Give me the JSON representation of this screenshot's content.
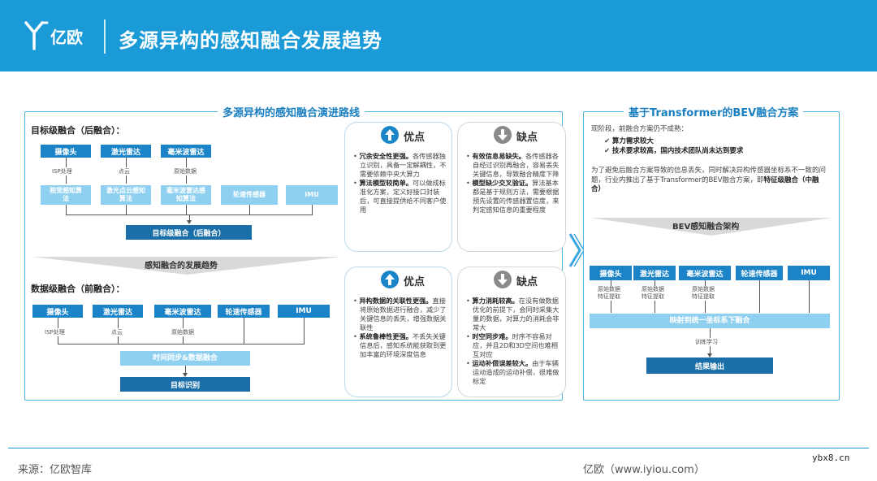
{
  "header": {
    "logo_text": "亿欧",
    "title": "多源异构的感知融合发展趋势"
  },
  "left_section": {
    "title": "多源异构的感知融合演进路线",
    "target_level": {
      "subtitle": "目标级融合（后融合）：",
      "sensors": [
        "摄像头",
        "激光雷达",
        "毫米波雷达"
      ],
      "process_labels": [
        "ISP处理",
        "点云",
        "原始数据"
      ],
      "algo_nodes": [
        "视觉感知算法",
        "激光点云感知算法",
        "毫米波雷达感知算法",
        "轮速传感器",
        "IMU"
      ],
      "output": "目标级融合（后融合）"
    },
    "trend_label": "感知融合的发展趋势",
    "data_level": {
      "subtitle": "数据级融合（前融合）：",
      "sensors": [
        "摄像头",
        "激光雷达",
        "毫米波雷达",
        "轮速传感器",
        "IMU"
      ],
      "process_labels": [
        "ISP处理",
        "点云",
        "原始数据"
      ],
      "sync": "时间同步&数据融合",
      "output": "目标识别"
    }
  },
  "cards": {
    "top_pro": {
      "head": "优点",
      "items": [
        {
          "bold": "冗余安全性更强。",
          "text": "各传感器独立识别，具备一定解耦性，不需要依赖中央大算力"
        },
        {
          "bold": "算法模型较简单。",
          "text": "可以做成标准化方案，定义好接口封装后，可直接提供给不同客户使用"
        }
      ]
    },
    "top_con": {
      "head": "缺点",
      "items": [
        {
          "bold": "有效信息易缺失。",
          "text": "各传感器各自经过识别再融合，容易丢失关键信息，导致融合精度下降"
        },
        {
          "bold": "模型缺少交叉验证。",
          "text": "算法基本都是基于规则方法，需要根据预先设置的传感器置信度，来判定感知信息的重要程度"
        }
      ]
    },
    "bottom_pro": {
      "head": "优点",
      "items": [
        {
          "bold": "异构数据的关联性更强。",
          "text": "直接将原始数据进行融合，减少了关键信息的丢失，增强数据关联性"
        },
        {
          "bold": "系统鲁棒性更强。",
          "text": "不丢失关键信息后，感知系统能获取到更加丰富的环境深度信息"
        }
      ]
    },
    "bottom_con": {
      "head": "缺点",
      "items": [
        {
          "bold": "算力消耗较高。",
          "text": "在没有做数据优化的前提下，会同时采集大量的数据，对算力的消耗会非常大"
        },
        {
          "bold": "时空同步难。",
          "text": "时序不容易对应，并且2D和3D空间也难相互对应"
        },
        {
          "bold": "运动补偿误差较大。",
          "text": "由于车辆运动造成的运动补偿，很难做标定"
        }
      ]
    }
  },
  "right_section": {
    "title": "基于Transformer的BEV融合方案",
    "intro": "现阶段，前融合方案仍不成熟：",
    "checks": [
      "算力需求较大",
      "技术要求较高，国内技术团队尚未达到要求"
    ],
    "desc_plain": "为了避免后融合方案导致的信息丢失，同时解决异构传感器坐标系不一致的问题，行业内推出了基于Transformer的BEV融合方案，即",
    "desc_bold": "特征级融合（中融合）",
    "arch_title": "BEV感知融合架构",
    "sensors": [
      "摄像头",
      "激光雷达",
      "毫米波雷达",
      "轮速传感器",
      "IMU"
    ],
    "feature_labels": [
      [
        "原始数据",
        "特征提取"
      ],
      [
        "原始数据",
        "特征提取"
      ],
      [
        "原始数据",
        "特征提取"
      ]
    ],
    "bev_node": "映射到统一坐标系下融合",
    "train_label": "训练学习",
    "output": "结果输出"
  },
  "footer": {
    "source": "来源：亿欧智库",
    "site": "亿欧（www.iyiou.com）",
    "watermark": "ybx8.cn"
  },
  "colors": {
    "brand_blue": "#1a9ad6",
    "node_blue": "#1b84c8",
    "node_light": "#8fd0f0",
    "node_dark": "#1a6fa8"
  }
}
